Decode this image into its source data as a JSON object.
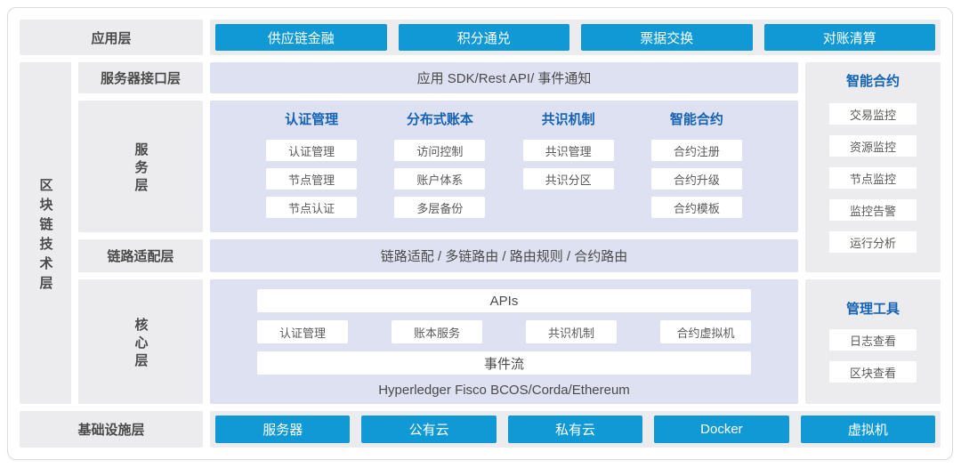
{
  "colors": {
    "accent_blue": "#1199d6",
    "header_blue": "#1463b5",
    "lavender_bg": "#dee1f1",
    "panel_gray": "#ececee"
  },
  "app_layer": {
    "label": "应用层",
    "buttons": [
      "供应链金融",
      "积分通兑",
      "票据交换",
      "对账清算"
    ]
  },
  "tech_layer_label": "区块链技术层",
  "interface_layer": {
    "label": "服务器接口层",
    "content": "应用 SDK/Rest API/ 事件通知"
  },
  "service_layer": {
    "label": "服务层",
    "columns": [
      {
        "header": "认证管理",
        "items": [
          "认证管理",
          "节点管理",
          "节点认证"
        ]
      },
      {
        "header": "分布式账本",
        "items": [
          "访问控制",
          "账户体系",
          "多层备份"
        ]
      },
      {
        "header": "共识机制",
        "items": [
          "共识管理",
          "共识分区"
        ]
      },
      {
        "header": "智能合约",
        "items": [
          "合约注册",
          "合约升级",
          "合约模板"
        ]
      }
    ]
  },
  "link_layer": {
    "label": "链路适配层",
    "content": "链路适配 / 多链路由 / 路由规则 / 合约路由"
  },
  "core_layer": {
    "label": "核心层",
    "api_bar": "APIs",
    "modules": [
      "认证管理",
      "账本服务",
      "共识机制",
      "合约虚拟机"
    ],
    "event_bar": "事件流",
    "platforms": "Hyperledger Fisco BCOS/Corda/Ethereum"
  },
  "monitor_panel": {
    "title": "智能合约",
    "items": [
      "交易监控",
      "资源监控",
      "节点监控",
      "监控告警",
      "运行分析"
    ]
  },
  "tools_panel": {
    "title": "管理工具",
    "items": [
      "日志查看",
      "区块查看"
    ]
  },
  "infra_layer": {
    "label": "基础设施层",
    "buttons": [
      "服务器",
      "公有云",
      "私有云",
      "Docker",
      "虚拟机"
    ]
  }
}
